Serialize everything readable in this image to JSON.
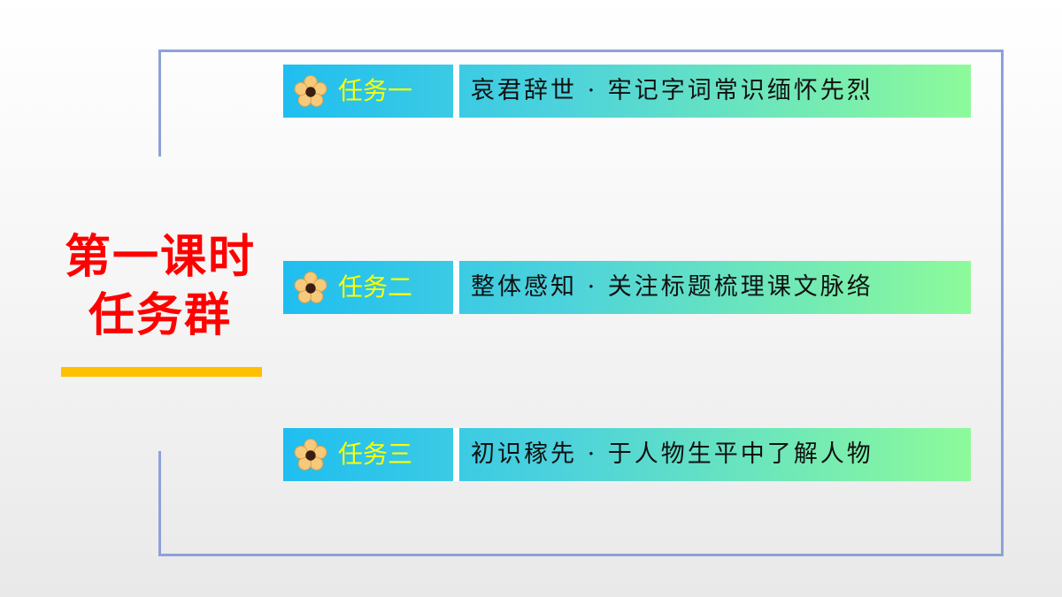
{
  "title": {
    "line1": "第一课时",
    "line2": "任务群"
  },
  "tasks": [
    {
      "label": "任务一",
      "desc": "哀君辞世 · 牢记字词常识缅怀先烈"
    },
    {
      "label": "任务二",
      "desc": "整体感知 · 关注标题梳理课文脉络"
    },
    {
      "label": "任务三",
      "desc": "初识稼先 · 于人物生平中了解人物"
    }
  ],
  "colors": {
    "title": "#ff0000",
    "underline": "#ffc000",
    "frame": "#8ea2d9",
    "task_label": "#ffff00",
    "task_bar_start": "#1fbef0",
    "task_bar_end": "#8dfa9a"
  },
  "icons": {
    "task_icon": "flower-icon"
  }
}
